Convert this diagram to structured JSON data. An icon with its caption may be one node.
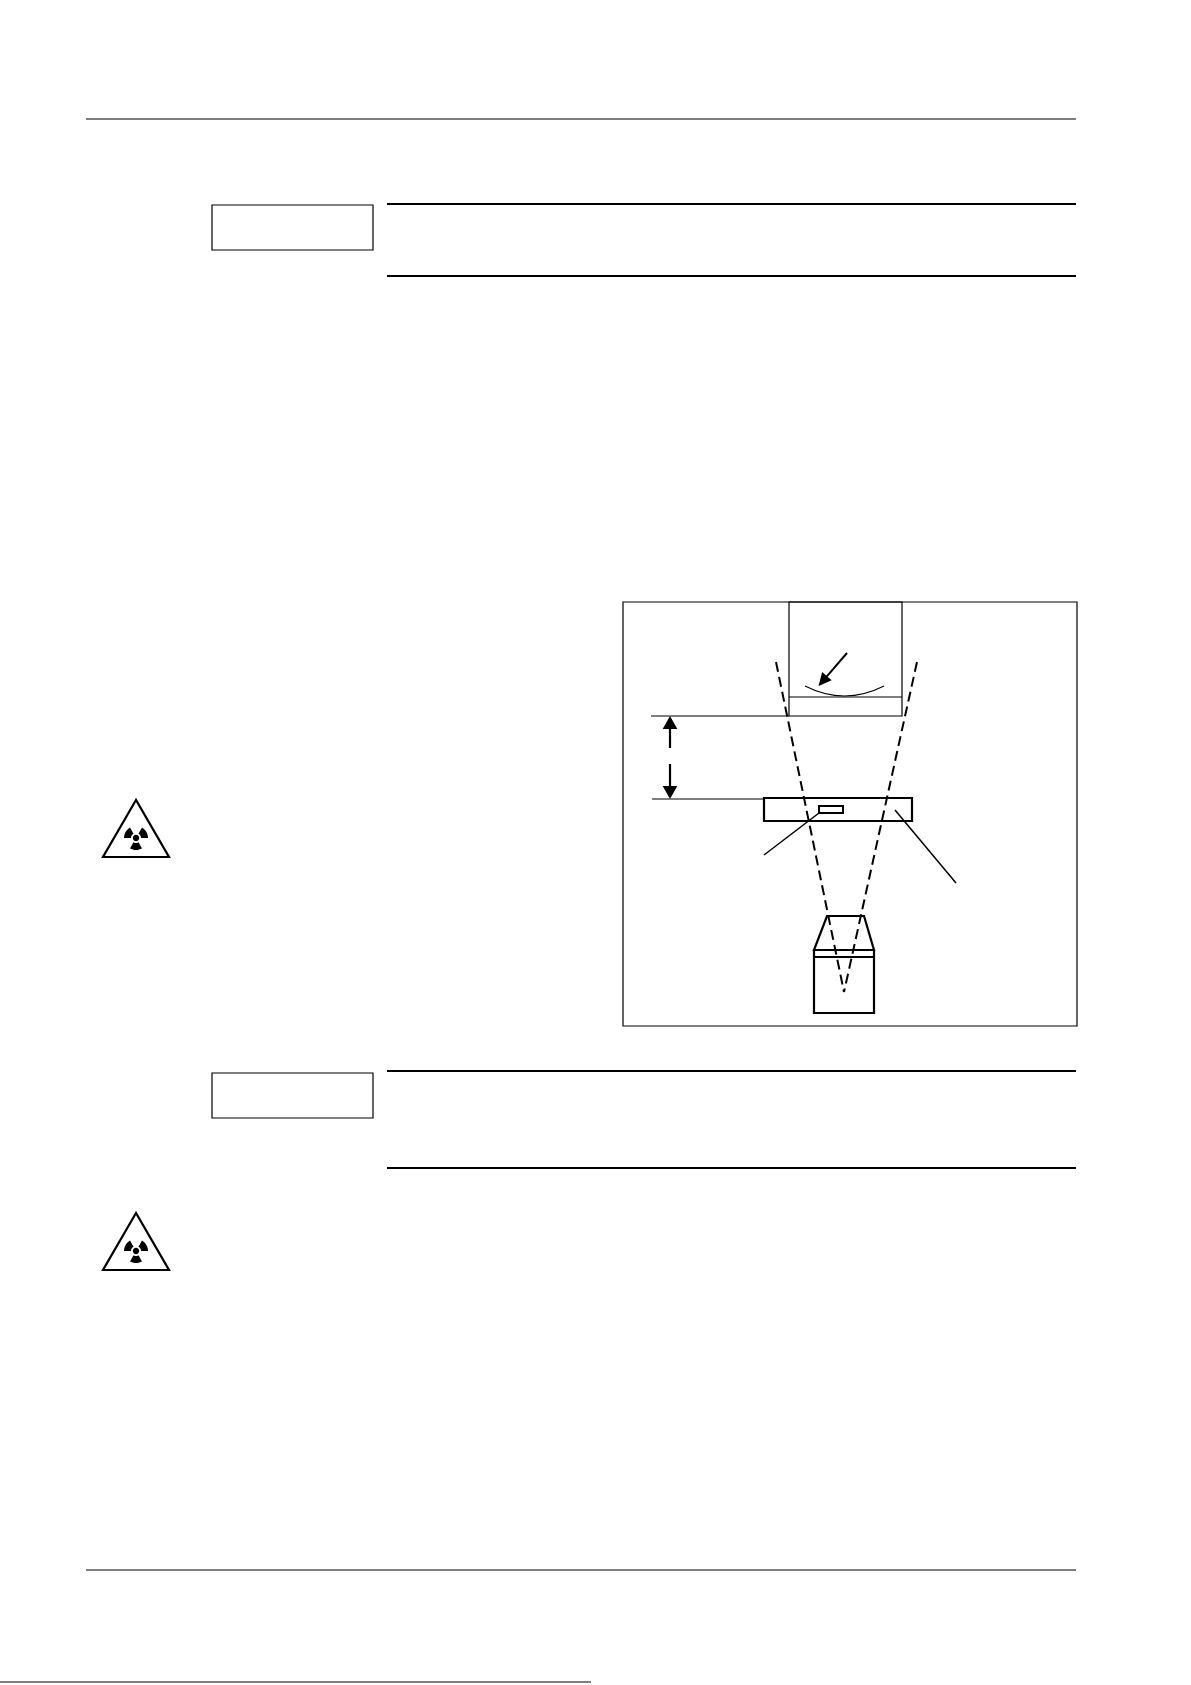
{
  "diagram": {
    "nodes": [
      {
        "text": [],
        "shape": "box"
      },
      {
        "text": [],
        "shape": "box"
      },
      {
        "text": [],
        "shape": "arc",
        "in": 1
      },
      {
        "text": [],
        "shape": "box"
      },
      {
        "text": [],
        "shape": "box",
        "in": 3
      },
      {
        "text": [],
        "shape": "box"
      }
    ],
    "edges": [
      {
        "from": null,
        "to": 2,
        "arrow": "to"
      },
      {
        "from": null,
        "to": 4,
        "arrow": "none"
      },
      {
        "from": null,
        "to": 3,
        "arrow": "none"
      }
    ]
  }
}
